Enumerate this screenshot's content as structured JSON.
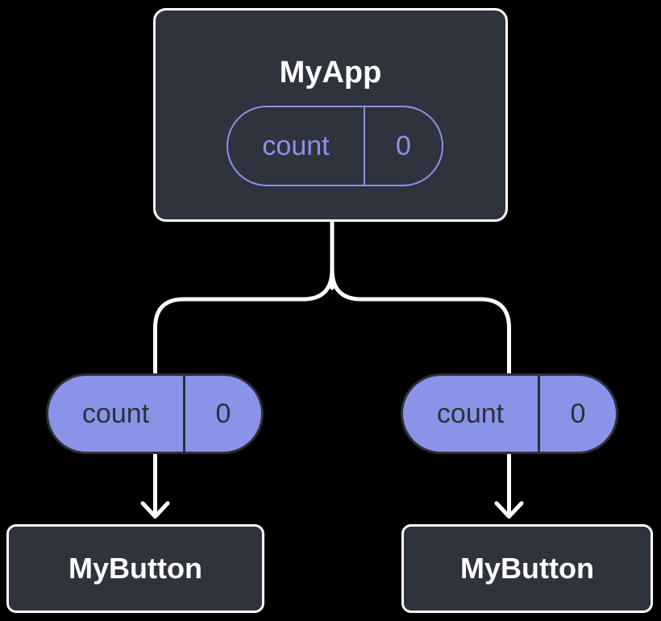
{
  "colors": {
    "background": "#000000",
    "node_fill": "#2E333D",
    "node_border": "#FFFFFF",
    "node_text": "#FFFFFF",
    "accent_purple": "#8B93E8",
    "pill_ink": "#2B303A",
    "connector": "#FFFFFF"
  },
  "root_node": {
    "title": "MyApp",
    "state_pill": {
      "label": "count",
      "value": "0"
    }
  },
  "children": [
    {
      "title": "MyButton",
      "prop_pill": {
        "label": "count",
        "value": "0"
      }
    },
    {
      "title": "MyButton",
      "prop_pill": {
        "label": "count",
        "value": "0"
      }
    }
  ]
}
